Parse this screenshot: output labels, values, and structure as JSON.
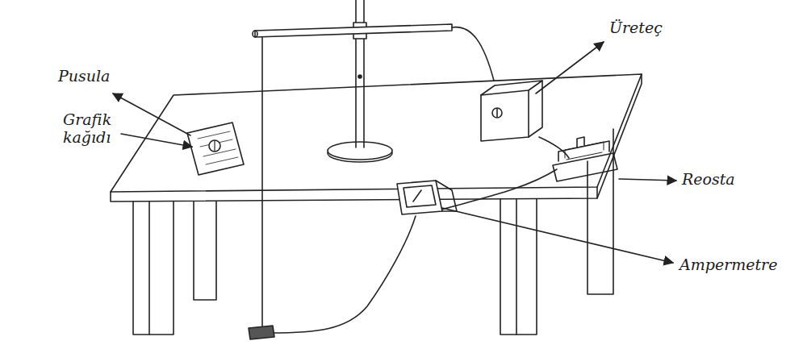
{
  "diagram": {
    "labels": [
      "Üreteç",
      "Pusula",
      "Grafik kağıdı",
      "Reosta",
      "Ampermetre"
    ]
  }
}
